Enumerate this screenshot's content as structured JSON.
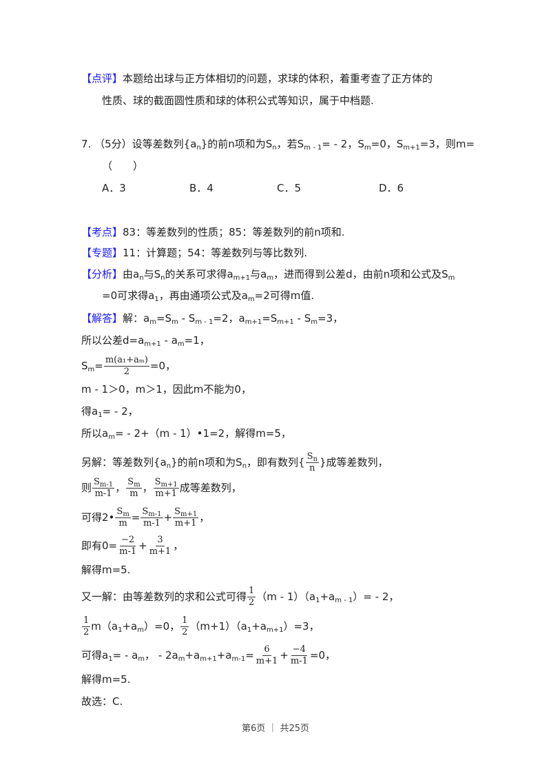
{
  "comment": {
    "tag": "【点评】",
    "line1": "本题给出球与正方体相切的问题，求球的体积，着重考查了正方体的",
    "line2": "性质、球的截面圆性质和球的体积公式等知识，属于中档题."
  },
  "question": {
    "number": "7.",
    "score": "（5分）",
    "stem_a": "设等差数列",
    "stem_b": "的前n项和为S",
    "stem_c": "，若S",
    "stem_d": "= - 2，S",
    "stem_e": "=0，S",
    "stem_f": "=3，则m=",
    "blank": "（　　）",
    "options": [
      {
        "label": "A．3"
      },
      {
        "label": "B．4"
      },
      {
        "label": "C．5"
      },
      {
        "label": "D．6"
      }
    ]
  },
  "kaodian": {
    "tag": "【考点】",
    "text": "83：等差数列的性质；85：等差数列的前n项和."
  },
  "zhuanti": {
    "tag": "【专题】",
    "text": "11：计算题；54：等差数列与等比数列."
  },
  "fenxi": {
    "tag": "【分析】",
    "line1_a": "由a",
    "line1_b": "与S",
    "line1_c": "的关系可求得a",
    "line1_d": "与a",
    "line1_e": "，进而得到公差d，由前n项和公式及S",
    "line2_a": "=0可求得a",
    "line2_b": "，再由通项公式及a",
    "line2_c": "=2可得m值."
  },
  "jieda": {
    "tag": "【解答】",
    "l1": "解：",
    "l2": "所以公差d=a",
    "l3_frac_num": "m(a₁+aₘ)",
    "l3_frac_den": "2",
    "l4": "m - 1＞0，m＞1，因此m不能为0，",
    "l5_a": "得a",
    "l5_b": "= - 2，",
    "l6_a": "所以a",
    "l6_b": "= - 2+（m - 1）•1=2，解得m=5，",
    "l7_a": "另解：等差数列",
    "l7_b": "的前n项和为S",
    "l7_c": "，即有数列",
    "l7_d": "成等差数列，",
    "l8_a": "则",
    "l8_b": "成等差数列，",
    "l9_a": "可得2•",
    "l10_a": "即有0=",
    "l11": "解得m=5.",
    "l12_a": "又一解：由等差数列的求和公式可得",
    "l12_b": "（m - 1）（a",
    "l12_c": "= - 2，",
    "l13_b": "=0，",
    "l13_c": "=3，",
    "l14_a": "可得a",
    "l14_b": "= - a",
    "l14_c": "，  - 2a",
    "l14_d": "=0，",
    "l15": "解得m=5.",
    "l16": "故选：C."
  },
  "footer": {
    "text": "第6页 ｜ 共25页"
  }
}
